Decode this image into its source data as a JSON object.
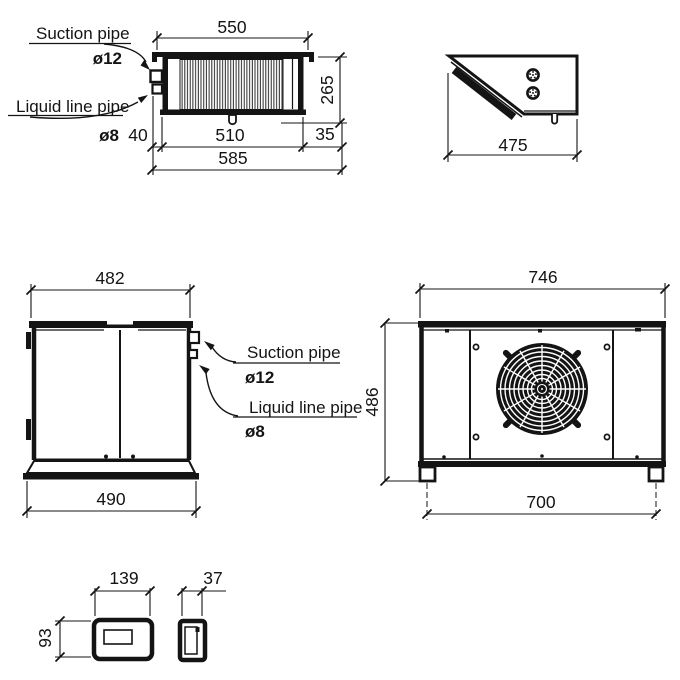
{
  "drawing": {
    "title": "condensing-unit-dimension-drawing",
    "top_view": {
      "dim_top_width": "550",
      "dim_depth": "265",
      "dim_offset_left": "40",
      "dim_coil_width": "510",
      "dim_offset_right": "35",
      "dim_total_width": "585",
      "label_suction": "Suction pipe",
      "dia_suction": "ø12",
      "label_liquid": "Liquid line pipe",
      "dia_liquid": "ø8"
    },
    "profile_view": {
      "dim_depth": "475"
    },
    "side_view": {
      "dim_top_width": "482",
      "dim_base_width": "490",
      "label_suction": "Suction pipe",
      "dia_suction": "ø12",
      "label_liquid": "Liquid line pipe",
      "dia_liquid": "ø8"
    },
    "front_view": {
      "dim_width": "746",
      "dim_height": "486",
      "dim_feet_span": "700"
    },
    "controller_view": {
      "dim_width": "139",
      "dim_height": "93",
      "dim_depth": "37"
    }
  },
  "colors": {
    "line": "#141414",
    "background": "#ffffff"
  }
}
